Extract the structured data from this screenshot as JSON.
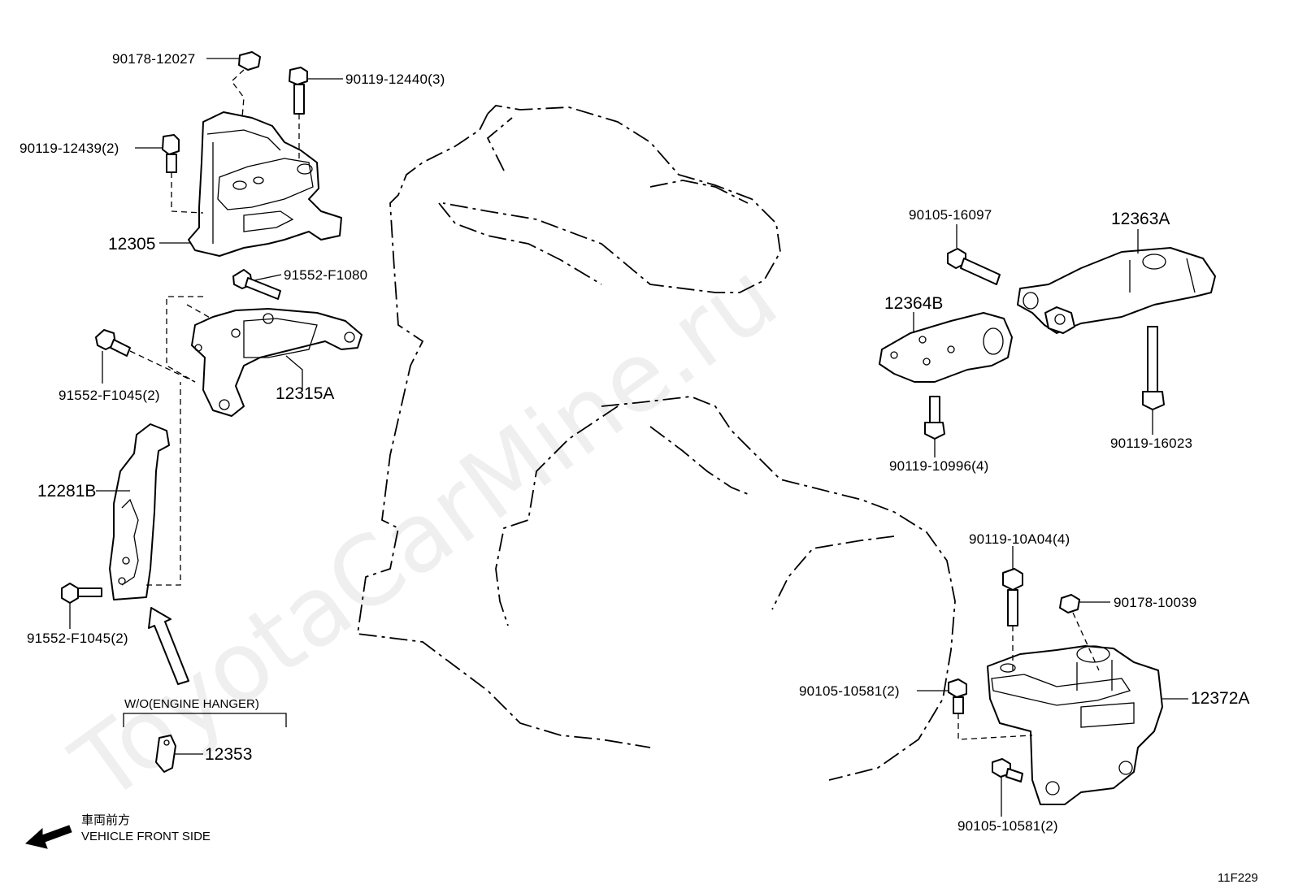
{
  "watermark": "ToyotaCarMine.ru",
  "figure_code": "11F229",
  "direction": {
    "label_jp": "車両前方",
    "label_en": "VEHICLE FRONT SIDE"
  },
  "group_label": "W/O(ENGINE HANGER)",
  "parts": {
    "p90178_12027": "90178-12027",
    "p90119_12440": "90119-12440(3)",
    "p90119_12439": "90119-12439(2)",
    "p12305": "12305",
    "p91552_F1080": "91552-F1080",
    "p91552_F1045_a": "91552-F1045(2)",
    "p12315A": "12315A",
    "p12281B": "12281B",
    "p91552_F1045_b": "91552-F1045(2)",
    "p12353": "12353",
    "p90105_16097": "90105-16097",
    "p12363A": "12363A",
    "p12364B": "12364B",
    "p90119_16023": "90119-16023",
    "p90119_10996": "90119-10996(4)",
    "p90119_10A04": "90119-10A04(4)",
    "p90178_10039": "90178-10039",
    "p90105_10581_a": "90105-10581(2)",
    "p12372A": "12372A",
    "p90105_10581_b": "90105-10581(2)"
  }
}
